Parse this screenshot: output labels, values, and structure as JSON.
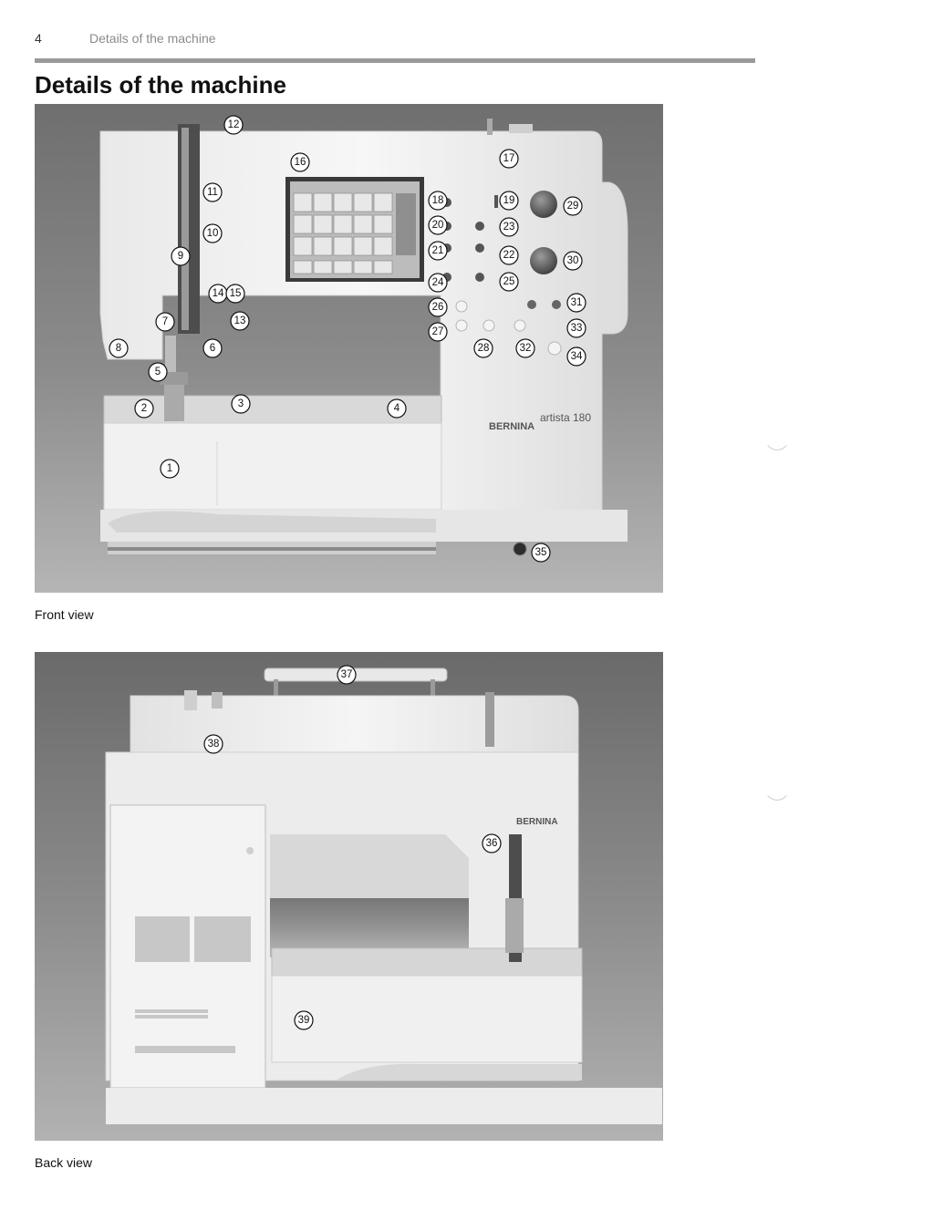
{
  "header": {
    "page_number": "4",
    "running_title": "Details of the machine"
  },
  "page_title": "Details of the machine",
  "front_view": {
    "caption": "Front view",
    "machine_model": "artista 180",
    "machine_brand": "BERNINA",
    "callouts": [
      "1",
      "2",
      "3",
      "4",
      "5",
      "6",
      "7",
      "8",
      "9",
      "10",
      "11",
      "12",
      "13",
      "14",
      "15",
      "16",
      "17",
      "18",
      "19",
      "20",
      "21",
      "22",
      "23",
      "24",
      "25",
      "26",
      "27",
      "28",
      "29",
      "30",
      "31",
      "32",
      "33",
      "34",
      "35"
    ]
  },
  "back_view": {
    "caption": "Back view",
    "machine_brand": "BERNINA",
    "callouts": [
      "36",
      "37",
      "38",
      "39"
    ]
  }
}
